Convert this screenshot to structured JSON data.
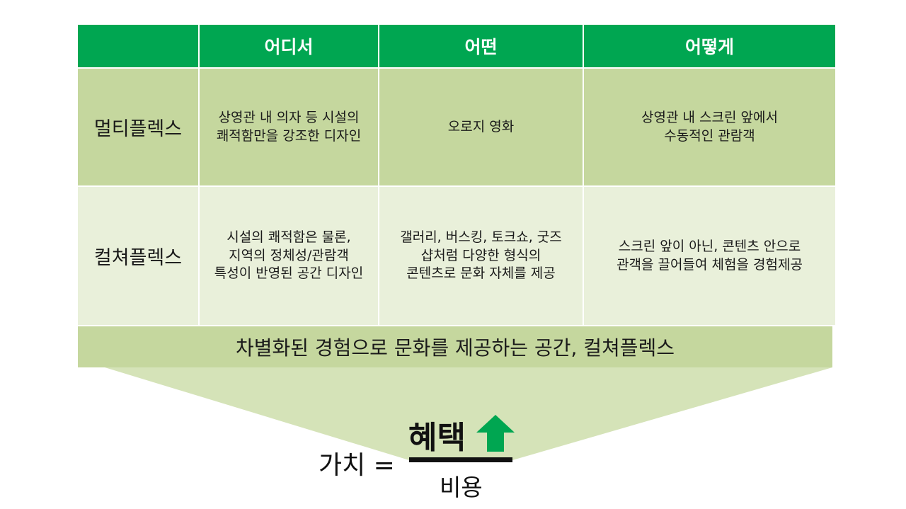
{
  "table": {
    "headers": [
      "",
      "어디서",
      "어떤",
      "어떻게"
    ],
    "rows": [
      {
        "label": "멀티플렉스",
        "cells": [
          "상영관 내 의자 등 시설의\n쾌적함만을 강조한 디자인",
          "오로지 영화",
          "상영관 내 스크린 앞에서\n수동적인 관람객"
        ]
      },
      {
        "label": "컬쳐플렉스",
        "cells": [
          "시설의 쾌적함은 물론,\n지역의 정체성/관람객\n특성이 반영된 공간 디자인",
          "갤러리, 버스킹, 토크쇼, 굿즈\n샵처럼 다양한 형식의\n콘텐츠로 문화 자체를 제공",
          "스크린 앞이 아닌, 콘텐츠 안으로\n관객을 끌어들여 체험을 경험제공"
        ]
      }
    ]
  },
  "banner": "차별화된 경험으로 문화를 제공하는 공간, 컬쳐플렉스",
  "formula": {
    "lhs": "가치 =",
    "numerator": "혜택",
    "denominator": "비용"
  },
  "colors": {
    "header_green": "#00a651",
    "row1": "#c5d79e",
    "row2": "#e9f0da",
    "funnel": "#d5e3b8",
    "arrow": "#00a651"
  },
  "icons": {
    "increase": "up-arrow-icon"
  }
}
